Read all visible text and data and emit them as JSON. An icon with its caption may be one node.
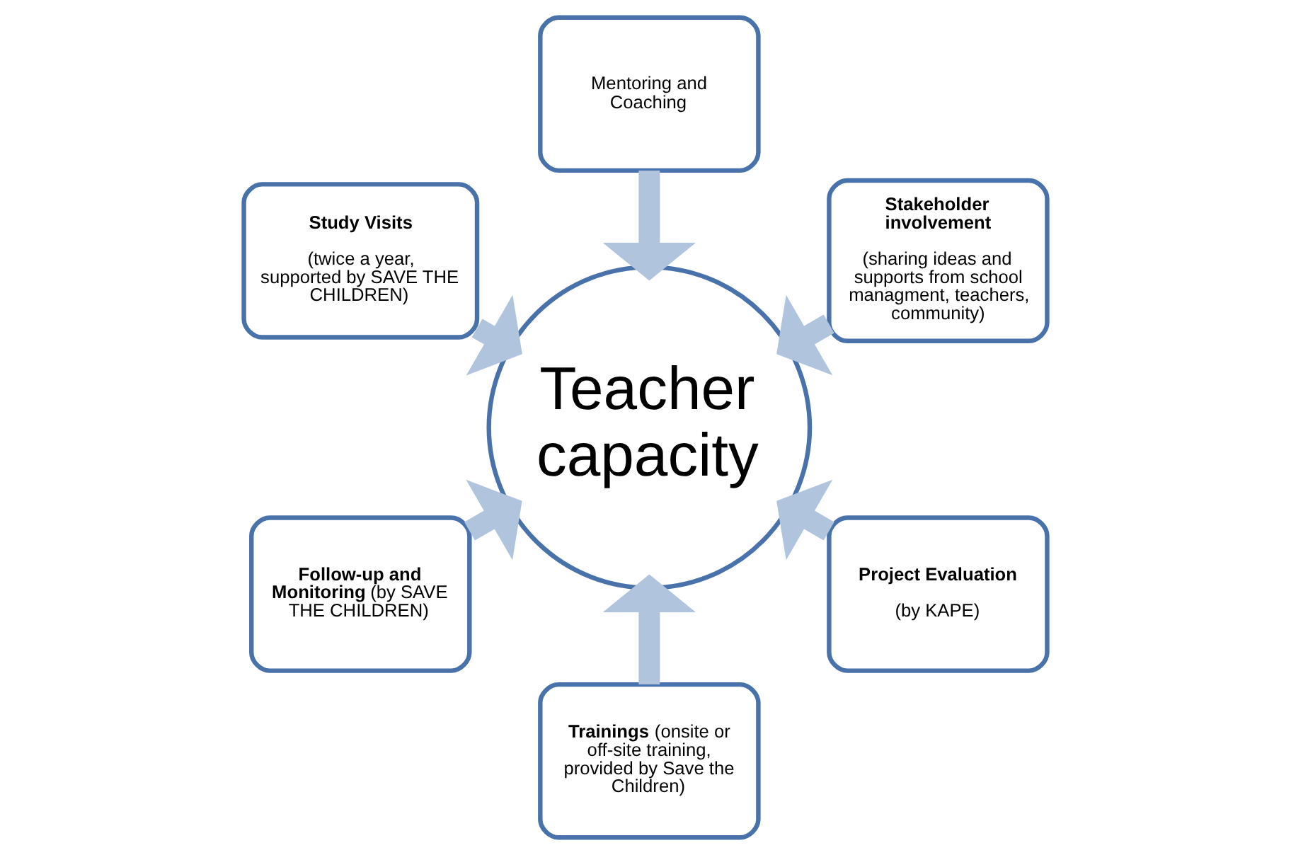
{
  "diagram": {
    "nodes": [
      {
        "text": [
          "Stakeholder involvement",
          "(sharing ideas and supports from school managment, teachers, community)"
        ]
      },
      {
        "text": [
          "Mentoring and Coaching"
        ]
      },
      {
        "text": [
          "Study Visits",
          "(twice a year, supported by SAVE THE CHILDREN)"
        ]
      },
      {
        "text": [
          "**Follow-up and Monitoring** (by SAVE THE CHILDREN)"
        ]
      },
      {
        "text": [
          "**Trainings** (onsite or off-site training, provided by Save the Children)"
        ]
      },
      {
        "text": [
          "Teacher capacity"
        ]
      },
      {
        "text": [
          "Project Evaluation",
          "(by KAPE)"
        ]
      }
    ],
    "edges": [
      {
        "from": 0,
        "to": 5,
        "arrow": "to"
      },
      {
        "from": 1,
        "to": 5,
        "arrow": "to"
      },
      {
        "from": 2,
        "to": 5,
        "arrow": "to"
      },
      {
        "from": 3,
        "to": 5,
        "arrow": "to"
      },
      {
        "from": 4,
        "to": 5,
        "arrow": "to"
      },
      {
        "from": 6,
        "to": 5,
        "arrow": "to"
      }
    ]
  }
}
